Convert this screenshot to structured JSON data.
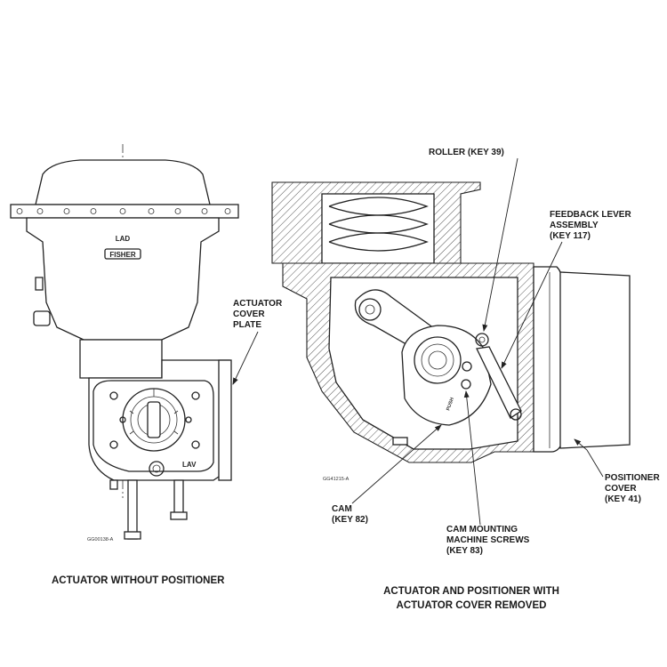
{
  "left_figure": {
    "caption": "ACTUATOR WITHOUT POSITIONER",
    "ref_code": "GG00138-A",
    "labels": {
      "cover_plate": [
        "ACTUATOR",
        "COVER",
        "PLATE"
      ]
    },
    "markings": {
      "top": "LAD",
      "nameplate": "FISHER",
      "bottom": "LAV"
    }
  },
  "right_figure": {
    "caption": [
      "ACTUATOR AND POSITIONER WITH",
      "ACTUATOR COVER REMOVED"
    ],
    "ref_code": "GG41215-A",
    "labels": {
      "roller": "ROLLER (KEY 39)",
      "feedback_lever": [
        "FEEDBACK LEVER",
        "ASSEMBLY",
        "(KEY 117)"
      ],
      "positioner_cover": [
        "POSITIONER",
        "COVER",
        "(KEY 41)"
      ],
      "cam": [
        "CAM",
        "(KEY 82)"
      ],
      "cam_screws": [
        "CAM MOUNTING",
        "MACHINE SCREWS",
        "(KEY 83)"
      ]
    }
  }
}
